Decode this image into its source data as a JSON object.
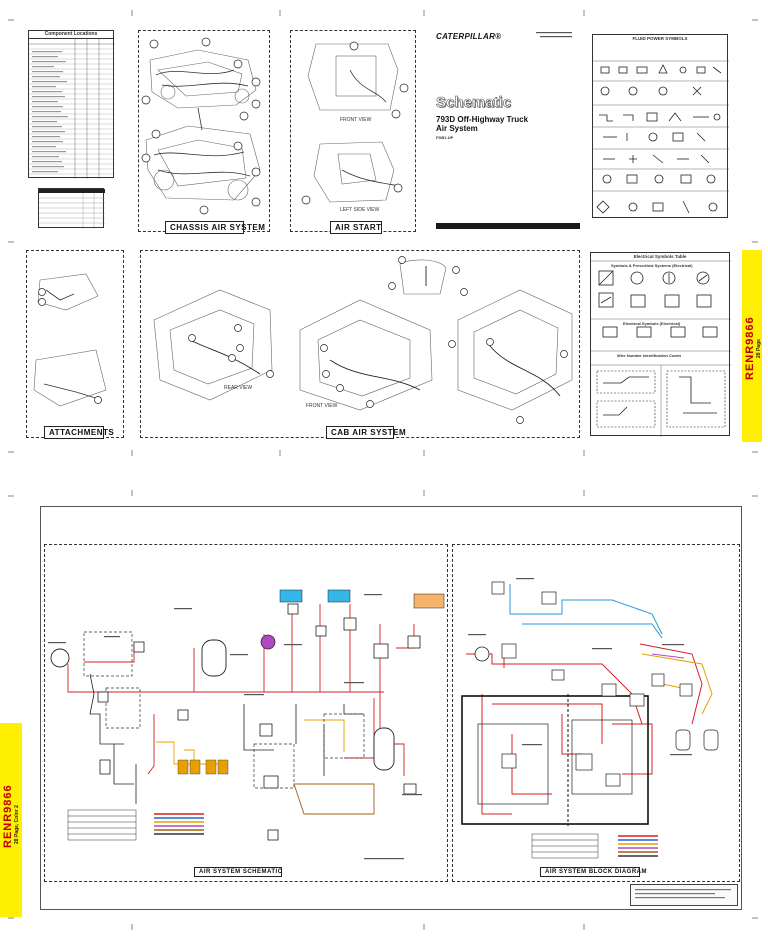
{
  "doc_code": "RENR9866",
  "caption_tabs": [
    {
      "code": "RENR9866",
      "subtitle": "28 Page",
      "location": "top-right"
    },
    {
      "code": "RENR9866",
      "subtitle": "28 Page, Color 2",
      "location": "bottom-left"
    }
  ],
  "brand": "CATERPILLAR®",
  "header": {
    "title": "Schematic",
    "subtitle_line1": "793D Off-Highway Truck",
    "subtitle_line2": "Air System",
    "serial": "FDB1-UP"
  },
  "component_table": {
    "title": "Component Locations"
  },
  "fluid_symbols": {
    "title": "FLUID POWER SYMBOLS"
  },
  "electrical_symbols": {
    "title": "Electrical Symbols Table",
    "sections": [
      "Symbols & Prescribed Systems (Electrical)",
      "Electrical Symbols (Electrical)",
      "Wire Number Identification Codes"
    ]
  },
  "section_labels": {
    "chassis": "CHASSIS AIR SYSTEM",
    "airstart": "AIR START",
    "attachments": "ATTACHMENTS",
    "cab": "CAB AIR SYSTEM",
    "schematic": "AIR SYSTEM SCHEMATIC",
    "block": "AIR SYSTEM BLOCK DIAGRAM"
  },
  "view_labels": {
    "front": "FRONT VIEW",
    "left_side": "LEFT SIDE VIEW",
    "rear": "REAR VIEW"
  },
  "colors": {
    "accent_yellow": "#ffef00",
    "line_red": "#d42020",
    "line_orange": "#e8a000",
    "line_blue": "#2a9bd8",
    "line_dark": "#222222",
    "badge_blue": "#35b6e8",
    "badge_orange": "#f7b36b",
    "tank_purple": "#b04ac0"
  },
  "icons": [
    "component-callout-icon",
    "air-tank-icon",
    "valve-icon",
    "compressor-icon"
  ]
}
